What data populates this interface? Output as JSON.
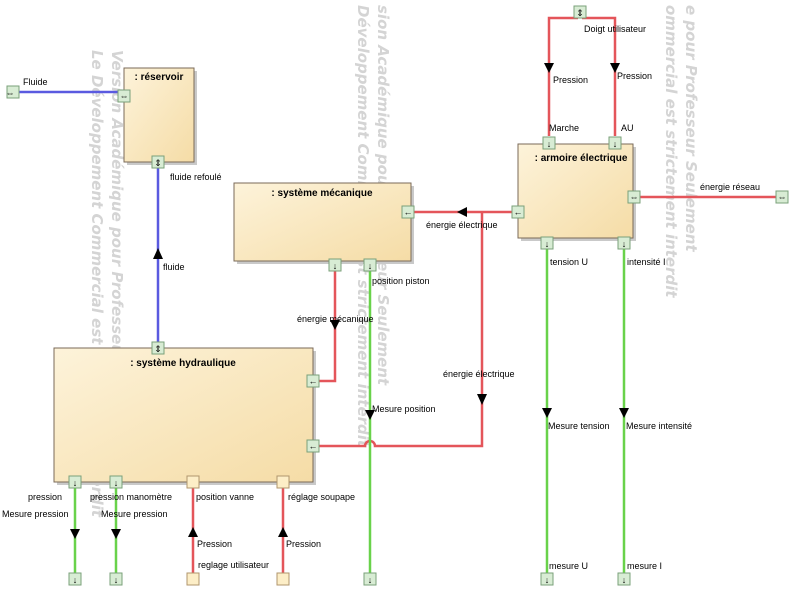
{
  "colors": {
    "signal": "#e4555a",
    "flow_blue": "#5a5ae0",
    "flow_green": "#69d24a",
    "block_fill_start": "#fdf3da",
    "block_fill_end": "#f5dca6",
    "block_border": "#7a6a58",
    "port_fill": "#d8ecd4",
    "port_border": "#7aa07a",
    "port_plain_fill": "#fdeec7",
    "watermark": "#d4d4d4"
  },
  "watermarks": {
    "left_1": "Version Académique pour Professeur Seulement",
    "left_2": "Le Développement Commercial est strictement interdit",
    "mid_1": "sion Académique pour Professeur Seulement",
    "mid_2": "Développement Commercial est strictement interdit",
    "right_1": "e pour Professeur Seulement",
    "right_2": "ommercial est strictement interdit"
  },
  "blocks": {
    "reservoir": ": réservoir",
    "mecanique": ": système mécanique",
    "hydraulique": ": système hydraulique",
    "armoire": ": armoire électrique"
  },
  "ports": {
    "fluide_ext": "Fluide",
    "fluide_refoule": "fluide refoulé",
    "doigt": "Doigt utilisateur",
    "marche": "Marche",
    "au": "AU",
    "energie_reseau": "énergie réseau",
    "energie_elec_meca": "énergie électrique",
    "energie_elec_hydro": "énergie électrique",
    "energie_meca": "énergie mécanique",
    "position_piston": "position piston",
    "tension_u": "tension U",
    "intensite_i": "intensité I",
    "pression": "pression",
    "pression_manometre": "pression manomètre",
    "position_vanne": "position vanne",
    "reglage_soupape": "réglage soupape",
    "reglage_utilisateur": "reglage utilisateur",
    "mesure_u": "mesure U",
    "mesure_i": "mesure I"
  },
  "flows": {
    "fluide": "fluide",
    "pression_left": "Pression",
    "pression_right": "Pression",
    "mesure_position": "Mesure position",
    "mesure_tension": "Mesure tension",
    "mesure_intensite": "Mesure intensité",
    "mesure_pression_1": "Mesure pression",
    "mesure_pression_2": "Mesure pression",
    "pression_vanne": "Pression",
    "pression_soupape": "Pression"
  }
}
